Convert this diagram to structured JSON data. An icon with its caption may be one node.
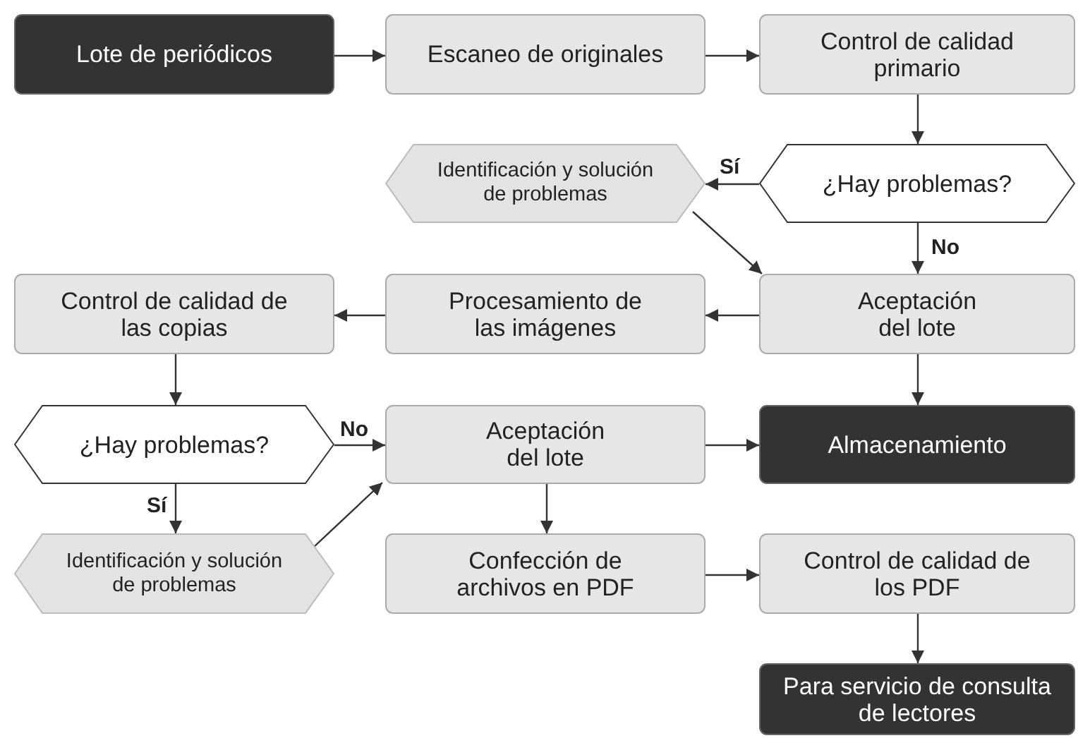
{
  "diagram": {
    "nodes": [
      {
        "text": [
          "Lote de periódicos"
        ]
      },
      {
        "text": [
          "Escaneo de originales"
        ]
      },
      {
        "text": [
          "Control de calidad primario"
        ]
      },
      {
        "text": [
          "¿Hay problemas?"
        ]
      },
      {
        "text": [
          "Identificación y solución de problemas"
        ]
      },
      {
        "text": [
          "Aceptación del lote"
        ]
      },
      {
        "text": [
          "Procesamiento de las imágenes"
        ]
      },
      {
        "text": [
          "Control de calidad de las copias"
        ]
      },
      {
        "text": [
          "¿Hay problemas?"
        ]
      },
      {
        "text": [
          "Aceptación del lote"
        ]
      },
      {
        "text": [
          "Almacenamiento"
        ]
      },
      {
        "text": [
          "Identificación y solución de problemas"
        ]
      },
      {
        "text": [
          "Confección de archivos en PDF"
        ]
      },
      {
        "text": [
          "Control de calidad de los PDF"
        ]
      },
      {
        "text": [
          "Para servicio de consulta de lectores"
        ]
      }
    ],
    "edges": [
      {
        "from": 0,
        "to": 1,
        "arrow": "to"
      },
      {
        "from": 1,
        "to": 2,
        "arrow": "to"
      },
      {
        "from": 2,
        "to": 3,
        "arrow": "to"
      },
      {
        "from": 3,
        "to": 4,
        "arrow": "to",
        "label": "Sí"
      },
      {
        "from": 3,
        "to": 5,
        "arrow": "to",
        "label": "No"
      },
      {
        "from": 4,
        "to": 5,
        "arrow": "to"
      },
      {
        "from": 5,
        "to": 6,
        "arrow": "to"
      },
      {
        "from": 6,
        "to": 7,
        "arrow": "to"
      },
      {
        "from": 7,
        "to": 8,
        "arrow": "to"
      },
      {
        "from": 8,
        "to": 9,
        "arrow": "to",
        "label": "No"
      },
      {
        "from": 8,
        "to": 11,
        "arrow": "to",
        "label": "Sí"
      },
      {
        "from": 11,
        "to": 9,
        "arrow": "to"
      },
      {
        "from": 5,
        "to": 10,
        "arrow": "to"
      },
      {
        "from": 9,
        "to": 10,
        "arrow": "to"
      },
      {
        "from": 9,
        "to": 12,
        "arrow": "to"
      },
      {
        "from": 12,
        "to": 13,
        "arrow": "to"
      },
      {
        "from": 13,
        "to": 14,
        "arrow": "to"
      }
    ]
  }
}
